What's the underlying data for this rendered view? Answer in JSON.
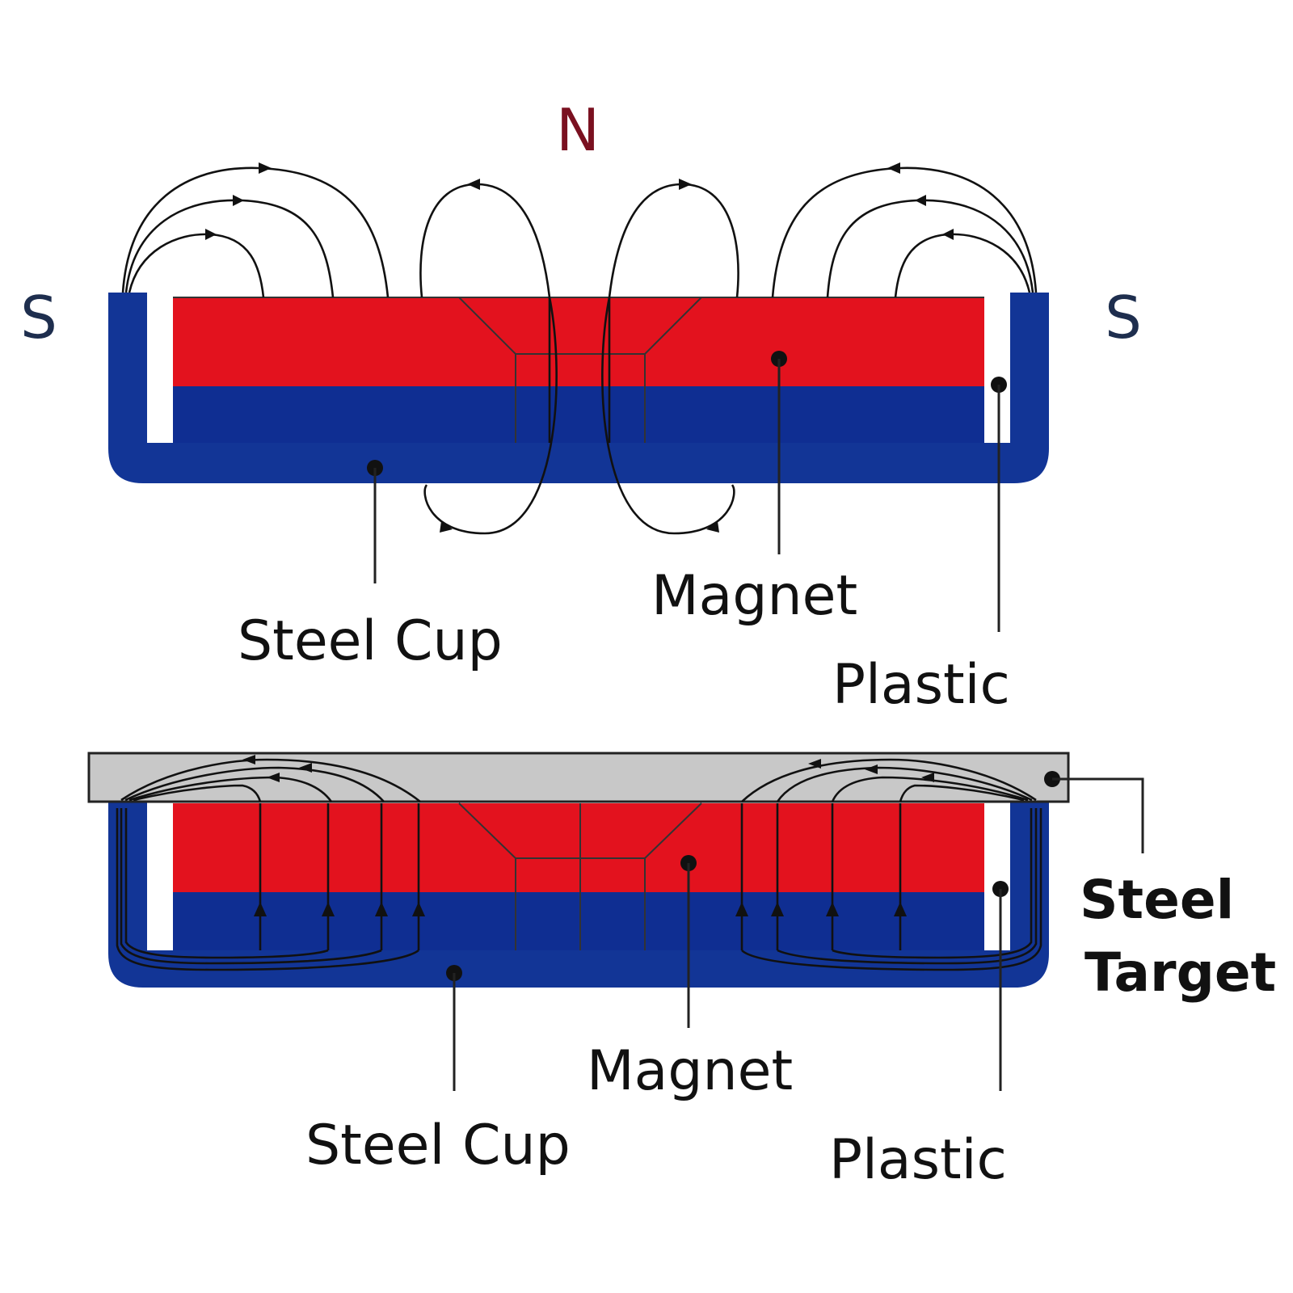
{
  "poles": {
    "north": "N",
    "south_left": "S",
    "south_right": "S"
  },
  "top_diagram": {
    "steel_cup_label": "Steel Cup",
    "magnet_label": "Magnet",
    "plastic_label": "Plastic"
  },
  "bottom_diagram": {
    "steel_cup_label": "Steel Cup",
    "magnet_label": "Magnet",
    "plastic_label": "Plastic",
    "steel_target_label_line1": "Steel",
    "steel_target_label_line2": "Target"
  },
  "colors": {
    "magnet_north": "#e3121e",
    "magnet_south": "#0f2e92",
    "steel_cup": "#123596",
    "plastic": "#ffffff",
    "steel_target": "#c8c8c8",
    "north_label": "#7a1020",
    "south_label": "#1e2e4e"
  }
}
